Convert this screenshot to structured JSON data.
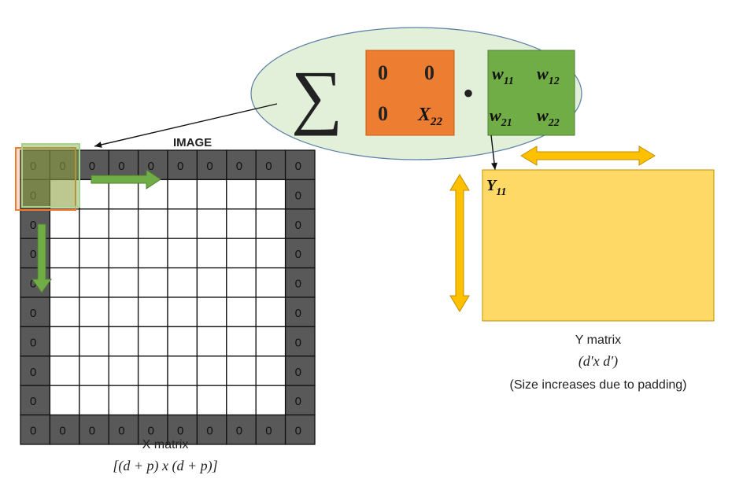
{
  "diagram": {
    "image_label": "IMAGE",
    "padding_value": "0",
    "kernel_input": {
      "cells": [
        "0",
        "0",
        "0",
        "X",
        "22"
      ],
      "color": "#ED7D31"
    },
    "weights": {
      "w": "w",
      "subscripts": [
        "11",
        "12",
        "21",
        "22"
      ],
      "color": "#70AD47"
    },
    "sum_symbol": "∑",
    "dot_symbol": "•",
    "output_cell": {
      "symbol": "Y",
      "subscript": "11"
    },
    "x_matrix": {
      "title": "X matrix",
      "dims": "[(d + p) x (d + p)]",
      "grid_size": 10,
      "pad_color": "#595959"
    },
    "y_matrix": {
      "title": "Y matrix",
      "dims": "(d′x d′)",
      "note": "(Size increases due to padding)",
      "color": "#FFD966"
    },
    "ellipse_color": "#E2F0D9",
    "arrow_color": "#FFC000",
    "move_arrow_color": "#70AD47"
  }
}
